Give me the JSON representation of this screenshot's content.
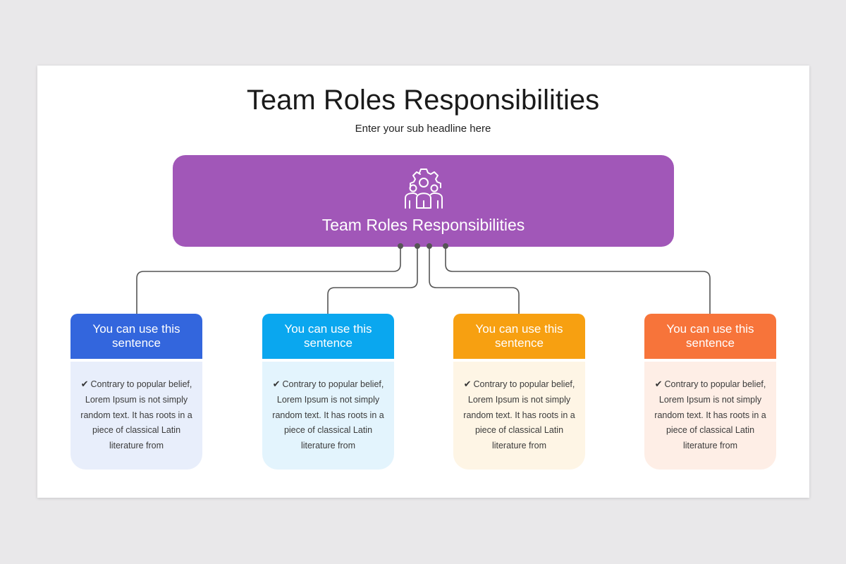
{
  "slide": {
    "title": "Team Roles Responsibilities",
    "subtitle": "Enter your sub headline here"
  },
  "main_box": {
    "label": "Team Roles Responsibilities",
    "icon": "team-gear-icon",
    "color": "#a157b8"
  },
  "cards": [
    {
      "heading": "You can use this sentence",
      "body": "Contrary to popular belief, Lorem Ipsum is not simply random text. It has roots in a piece of classical Latin literature from",
      "head_color": "#3366dd",
      "body_color": "#e8eefb"
    },
    {
      "heading": "You can use this sentence",
      "body": "Contrary to popular belief, Lorem Ipsum is not simply random text. It has roots in a piece of classical Latin literature from",
      "head_color": "#0aa7ef",
      "body_color": "#e3f4fd"
    },
    {
      "heading": "You can use this sentence",
      "body": "Contrary to popular belief, Lorem Ipsum is not simply random text. It has roots in a piece of classical Latin literature from",
      "head_color": "#f7a011",
      "body_color": "#fef5e5"
    },
    {
      "heading": "You can use this sentence",
      "body": "Contrary to popular belief, Lorem Ipsum is not simply random text. It has roots in a piece of classical Latin literature from",
      "head_color": "#f7743a",
      "body_color": "#feeee6"
    }
  ]
}
